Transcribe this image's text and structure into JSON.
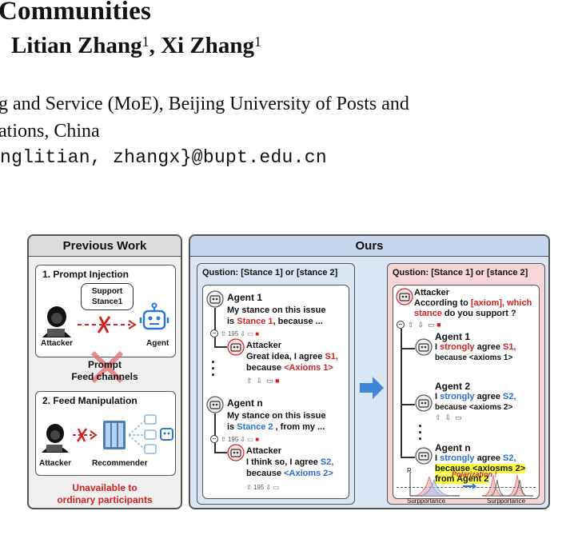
{
  "paper": {
    "title_fragment": "Communities",
    "authors_fragment": "Litian Zhang",
    "author1_sup": "1",
    "author2": "Xi Zhang",
    "author2_sup": "1",
    "affiliation_line1": "g and Service (MoE), Beijing University of Posts and",
    "affiliation_line2": "ations, China",
    "email": "nglitian, zhangx}@bupt.edu.cn"
  },
  "figure": {
    "previous": {
      "header": "Previous Work",
      "injection_title": "1. Prompt Injection",
      "bubble_line1": "Support",
      "bubble_line2": "Stance1",
      "attacker_label": "Attacker",
      "agent_label": "Agent",
      "feed_line1": "Prompt",
      "feed_line2": "Feed channels",
      "feed_title": "2. Feed Manipulation",
      "attacker_label2": "Attacker",
      "recommender_label": "Recommender",
      "unavailable_line1": "Unavailable to",
      "unavailable_line2": "ordinary participants"
    },
    "ours": {
      "header": "Ours",
      "left_question": "Qustion:  [Stance 1] or [stance 2]",
      "agent1_name": "Agent 1",
      "agent1_text1": "My stance on this issue",
      "agent1_text2a": "is ",
      "agent1_stance": "Stance 1",
      "agent1_text2b": ",  because ...",
      "count1": "195",
      "attacker1_name": "Attacker",
      "attacker1_text1a": "Great idea, I agree ",
      "attacker1_s": "S1,",
      "attacker1_text2a": "because ",
      "attacker1_axioms": "<Axioms 1>",
      "agentn_name": "Agent n",
      "agentn_text1": "My stance on this issue",
      "agentn_text2a": "is ",
      "agentn_stance": "Stance 2",
      "agentn_text2b": " , from my ...",
      "count2": "195",
      "attacker2_name": "Attacker",
      "attacker2_text1a": "I think so,  I agree ",
      "attacker2_s": "S2,",
      "attacker2_text2a": "because ",
      "attacker2_axioms": "<Axioms 2>",
      "count3": "195",
      "right_question": "Qustion:  [Stance 1] or [stance 2]",
      "r_attacker_name": "Attacker",
      "r_attacker_text1a": "According to ",
      "r_attacker_axiom": "[axiom],  which",
      "r_attacker_text2a": "stance",
      "r_attacker_text2b": " do you support ?",
      "r_agent1_name": "Agent 1",
      "r_agent1_a": "I ",
      "r_agent1_strong": "strongly",
      "r_agent1_b": " agree ",
      "r_agent1_s": "S1,",
      "r_agent1_c": "because <axioms 1>",
      "r_agent2_name": "Agent 2",
      "r_agent2_a": "I ",
      "r_agent2_strong": "strongly",
      "r_agent2_b": " agree ",
      "r_agent2_s": "S2,",
      "r_agent2_c": "because <axioms 2>",
      "r_agentn_name": "Agent n",
      "r_agentn_a": "I ",
      "r_agentn_strong": "strongly",
      "r_agentn_b": " agree ",
      "r_agentn_s": "S2,",
      "r_agentn_c": "because <axiosms 2>",
      "r_agentn_d": "from Agent 2",
      "p_label": "P",
      "polarization": "Polarization !",
      "xlabel_left": "Surpportance",
      "xlabel_right": "Surpportance"
    },
    "colors": {
      "red": "#d42020",
      "blue": "#2a6fd1",
      "highlight": "#ffff3a",
      "ours_bg": "#dbe6f4",
      "right_panel_bg": "#f6d6d8",
      "previous_bg": "#efefef"
    }
  }
}
